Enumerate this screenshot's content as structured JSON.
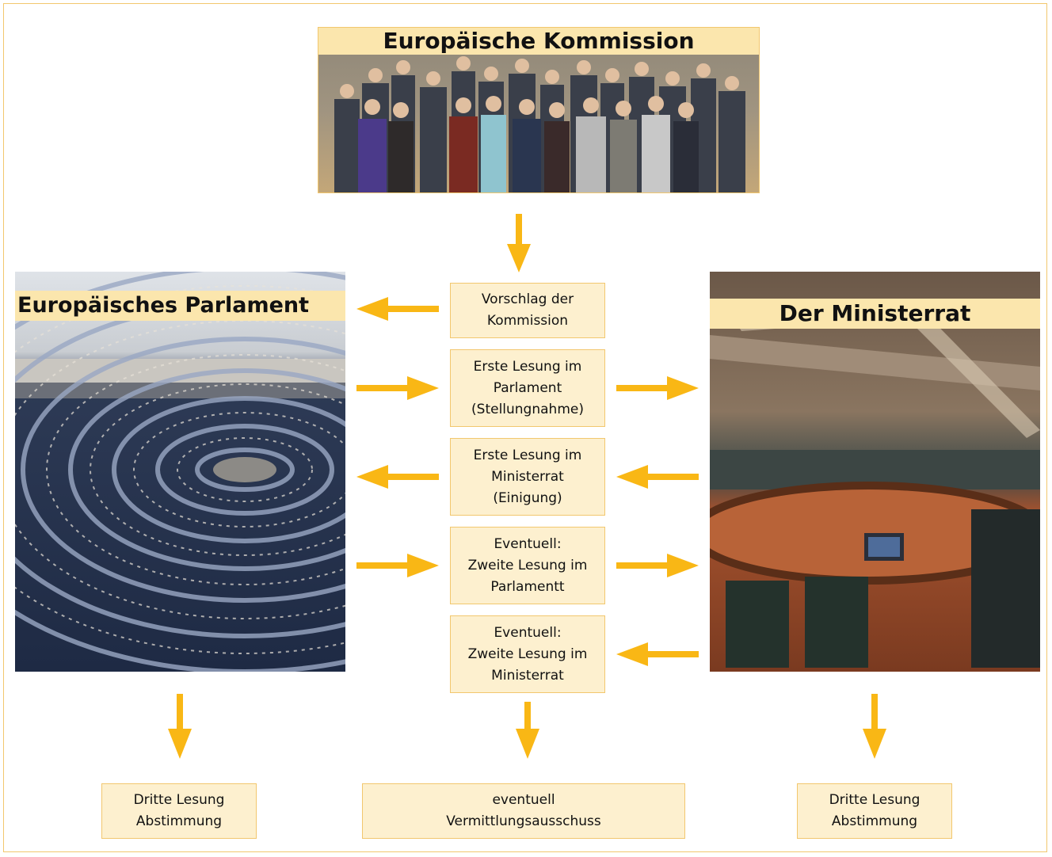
{
  "headings": {
    "commission": "Europäische Kommission",
    "parliament": "Europäisches Parlament",
    "council": "Der Ministerrat"
  },
  "steps": [
    "Vorschlag der\nKommission",
    "Erste Lesung im\nParlament\n(Stellungnahme)",
    "Erste Lesung im\nMinisterrat\n(Einigung)",
    "Eventuell:\nZweite Lesung im\nParlamentt",
    "Eventuell:\nZweite Lesung im\nMinisterrat"
  ],
  "outcomes": {
    "left": "Dritte Lesung\nAbstimmung",
    "center": "eventuell\nVermittlungsausschuss",
    "right": "Dritte Lesung\nAbstimmung"
  },
  "colors": {
    "arrow": "#f9b715",
    "box_fill": "#fdf0cf",
    "border": "#f2c76e",
    "banner": "#fbe6ad"
  }
}
